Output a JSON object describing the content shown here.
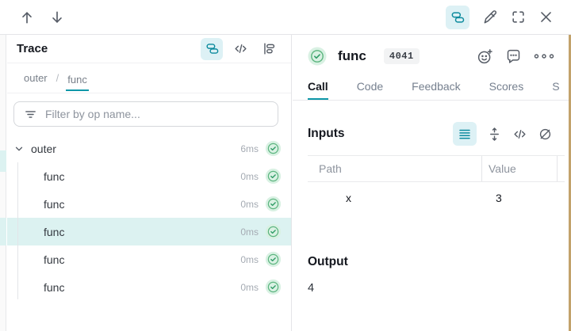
{
  "toolbar": {
    "icons": [
      "arrow-up",
      "arrow-down",
      "trace-tree",
      "pencil",
      "fullscreen",
      "close"
    ]
  },
  "trace_panel": {
    "title": "Trace",
    "header_icons": [
      "trace-tree",
      "code",
      "flame-graph"
    ],
    "breadcrumb": {
      "items": [
        "outer",
        "func"
      ],
      "separator": "/",
      "active": "func"
    },
    "filter_placeholder": "Filter by op name...",
    "tree": [
      {
        "label": "outer",
        "duration": "6ms",
        "status": "success",
        "expanded": true
      },
      {
        "label": "func",
        "duration": "0ms",
        "status": "success"
      },
      {
        "label": "func",
        "duration": "0ms",
        "status": "success"
      },
      {
        "label": "func",
        "duration": "0ms",
        "status": "success",
        "selected": true
      },
      {
        "label": "func",
        "duration": "0ms",
        "status": "success"
      },
      {
        "label": "func",
        "duration": "0ms",
        "status": "success"
      }
    ]
  },
  "detail_panel": {
    "title": "func",
    "badge": "4041",
    "status": "success",
    "header_icons": [
      "add-reaction",
      "comment",
      "overflow-menu"
    ],
    "tabs": [
      "Call",
      "Code",
      "Feedback",
      "Scores",
      "S"
    ],
    "active_tab": "Call",
    "inputs": {
      "heading": "Inputs",
      "view_icons": [
        "list-view",
        "expand-rows",
        "code-view",
        "hide-empty"
      ],
      "table": {
        "columns": [
          "Path",
          "Value"
        ],
        "rows": [
          {
            "path": "x",
            "value": "3"
          }
        ]
      }
    },
    "output": {
      "heading": "Output",
      "value": "4"
    }
  },
  "colors": {
    "accent_teal": "#0E97A8",
    "icon_active_bg": "#DDF1F5",
    "row_highlight": "#DCF2F1",
    "success_green": "#2F9C66",
    "success_bg": "#D9F1E3",
    "badge_bg": "#F2F3F4",
    "border": "#E4E5E8",
    "text_secondary": "#79808A",
    "tan_edge": "#C2A26B"
  }
}
